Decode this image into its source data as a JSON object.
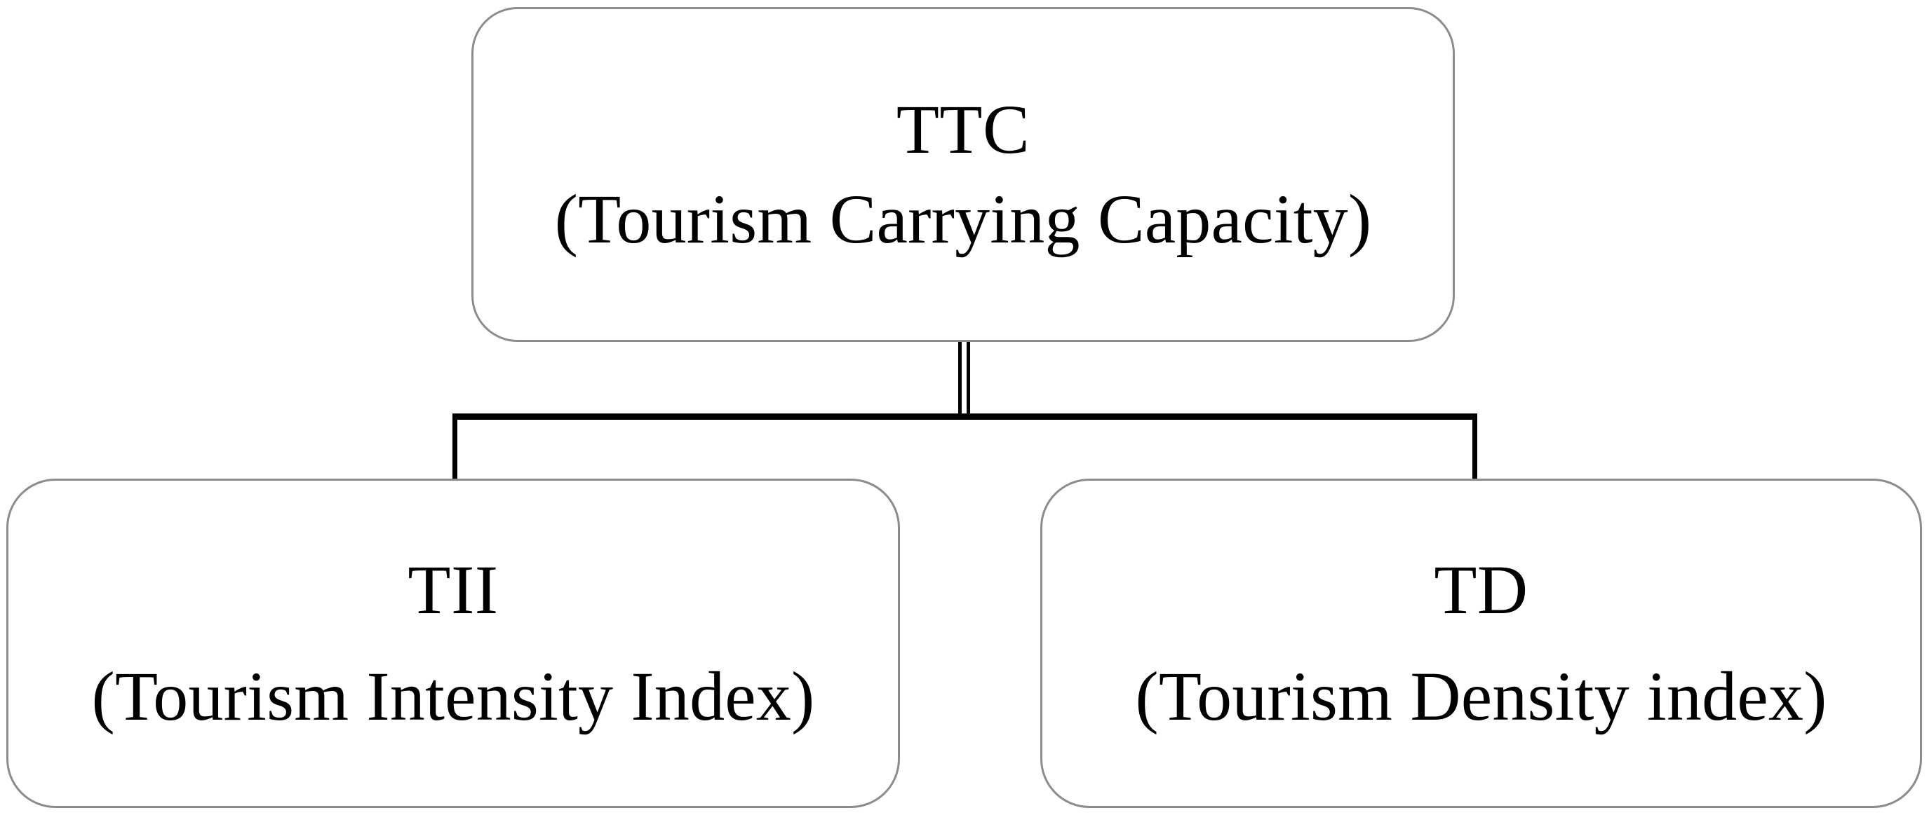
{
  "diagram": {
    "title": "Tourism Carrying Capacity hierarchy",
    "type": "tree",
    "orientation": "top-down",
    "colors": {
      "box_border": "#8c8c8c",
      "box_fill": "#ffffff",
      "connector": "#000000",
      "text": "#000000",
      "background": "#ffffff"
    },
    "nodes": [
      {
        "id": "ttc",
        "role": "root",
        "abbreviation": "TTC",
        "expansion": "(Tourism Carrying Capacity)"
      },
      {
        "id": "tii",
        "role": "child",
        "abbreviation": "TII",
        "expansion": "(Tourism Intensity Index)"
      },
      {
        "id": "td",
        "role": "child",
        "abbreviation": "TD",
        "expansion": "(Tourism Density index)"
      }
    ],
    "edges": [
      {
        "from": "ttc",
        "to": "tii",
        "style": "elbow"
      },
      {
        "from": "ttc",
        "to": "td",
        "style": "elbow"
      }
    ]
  }
}
